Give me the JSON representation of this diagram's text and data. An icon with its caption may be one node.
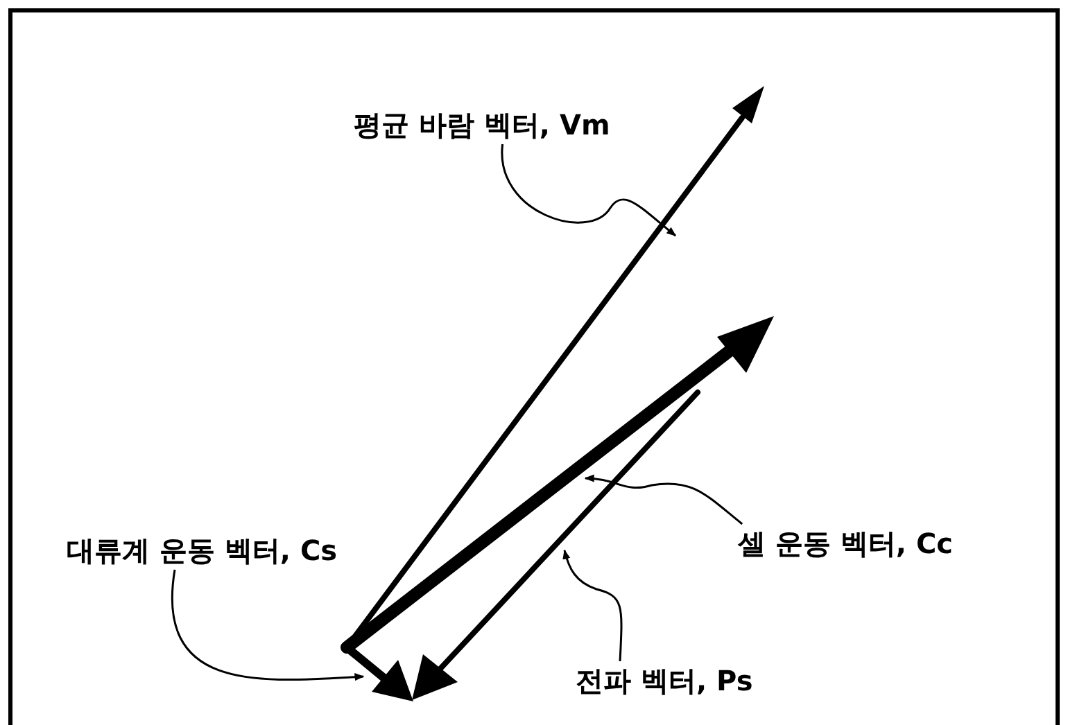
{
  "diagram": {
    "nodes": [
      {
        "text": [
          "평균 바람 벡터, Vm"
        ]
      },
      {
        "text": [
          "대류계 운동 벡터, Cs"
        ]
      },
      {
        "text": [
          "셀 운동 벡터, Cc"
        ]
      },
      {
        "text": [
          "전파 벡터, Ps"
        ]
      }
    ],
    "edges": [
      {
        "from": 0,
        "to": null,
        "arrow": "to"
      },
      {
        "from": 1,
        "to": null,
        "arrow": "to"
      },
      {
        "from": 2,
        "to": null,
        "arrow": "to"
      },
      {
        "from": 3,
        "to": null,
        "arrow": "to"
      }
    ]
  }
}
